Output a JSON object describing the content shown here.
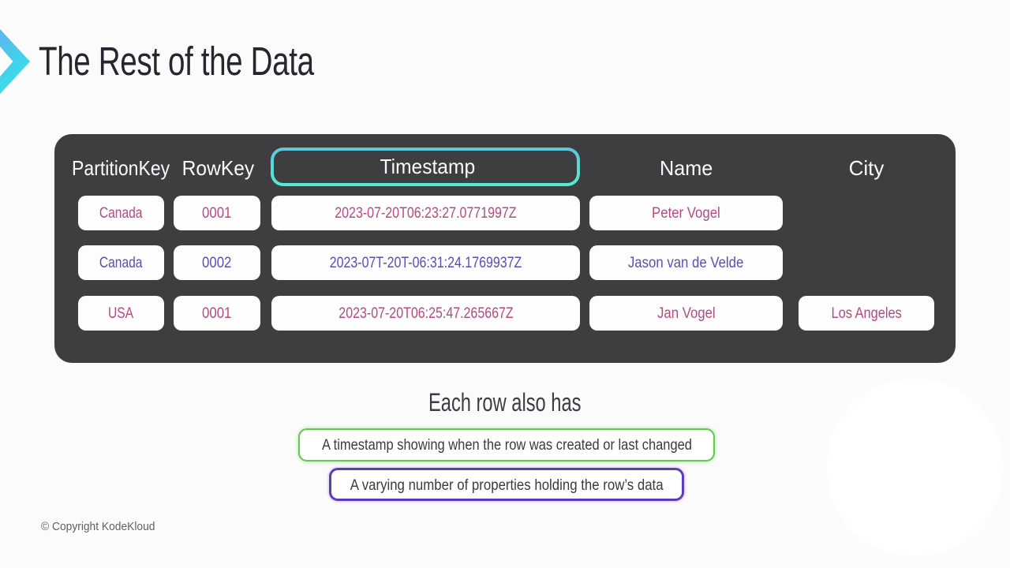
{
  "slide": {
    "title": "The Rest of the Data",
    "section_heading": "Each row also has",
    "copyright": "© Copyright KodeKloud"
  },
  "table": {
    "headers": [
      "PartitionKey",
      "RowKey",
      "Timestamp",
      "Name",
      "City"
    ],
    "highlighted_header": "Timestamp",
    "rows": [
      {
        "partition_key": "Canada",
        "row_key": "0001",
        "timestamp": "2023-07-20T06:23:27.0771997Z",
        "name": "Peter Vogel",
        "city": ""
      },
      {
        "partition_key": "Canada",
        "row_key": "0002",
        "timestamp": "2023-07T-20T-06:31:24.1769937Z",
        "name": "Jason van de Velde",
        "city": ""
      },
      {
        "partition_key": "USA",
        "row_key": "0001",
        "timestamp": "2023-07-20T06:25:47.265667Z",
        "name": "Jan Vogel",
        "city": "Los Angeles"
      }
    ]
  },
  "callouts": [
    {
      "text": "A timestamp showing when the row was created or last changed",
      "border_color": "#65c94e"
    },
    {
      "text": "A varying number of properties holding the row’s data",
      "border_color": "#5d3dbe"
    }
  ],
  "colors": {
    "background": "#fbfbfb",
    "panel_dark": "#3e3e40",
    "accent_pink": "#b94a7b",
    "accent_purple": "#5a4cc0",
    "highlight_cyan_top": "#5cc7dc",
    "highlight_cyan_bottom": "#55ecd0",
    "callout_green": "#65c94e",
    "callout_purple": "#5d3dbe",
    "logo_blue_top": "#5fb6ec",
    "logo_cyan_bottom": "#38e1e9",
    "title_text": "#27262e",
    "header_text": "#fafafa"
  }
}
